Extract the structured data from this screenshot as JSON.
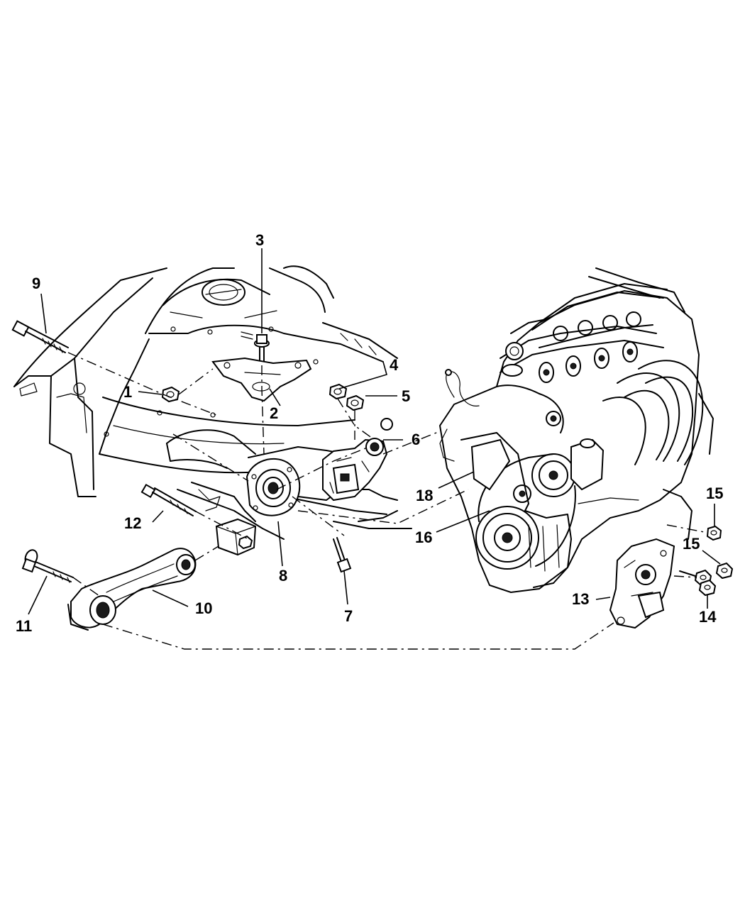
{
  "callouts": [
    {
      "id": "1",
      "label": "1"
    },
    {
      "id": "2",
      "label": "2"
    },
    {
      "id": "3",
      "label": "3"
    },
    {
      "id": "4",
      "label": "4"
    },
    {
      "id": "5",
      "label": "5"
    },
    {
      "id": "6",
      "label": "6"
    },
    {
      "id": "7",
      "label": "7"
    },
    {
      "id": "8",
      "label": "8"
    },
    {
      "id": "9",
      "label": "9"
    },
    {
      "id": "10",
      "label": "10"
    },
    {
      "id": "11",
      "label": "11"
    },
    {
      "id": "12",
      "label": "12"
    },
    {
      "id": "13",
      "label": "13"
    },
    {
      "id": "14",
      "label": "14"
    },
    {
      "id": "15a",
      "label": "15"
    },
    {
      "id": "15b",
      "label": "15"
    },
    {
      "id": "16",
      "label": "16"
    },
    {
      "id": "18",
      "label": "18"
    }
  ]
}
